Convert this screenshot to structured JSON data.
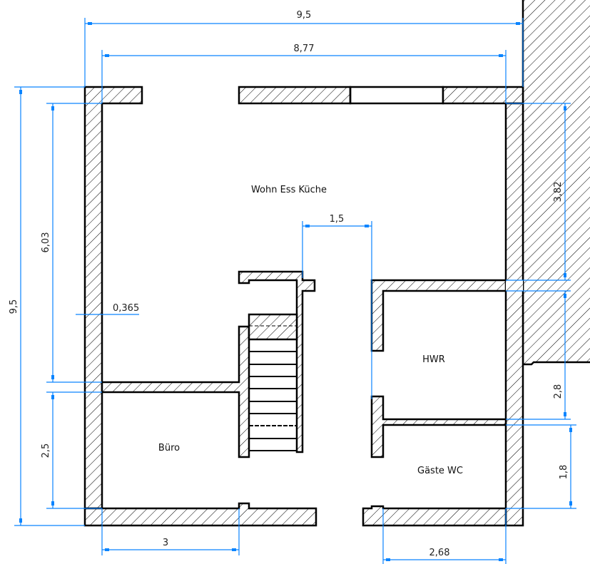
{
  "rooms": {
    "living": "Wohn Ess Küche",
    "utility": "HWR",
    "office": "Büro",
    "guest_wc": "Gäste WC"
  },
  "dimensions": {
    "total_width": "9,5",
    "inner_width": "8,77",
    "stair_gap": "1,5",
    "wall_thickness": "0,365",
    "living_depth": "6,03",
    "total_depth": "9,5",
    "office_depth": "2,5",
    "office_width": "3",
    "wc_width": "2,68",
    "living_right_depth": "3,82",
    "utility_depth": "2,8",
    "wc_depth": "1,8"
  },
  "colors": {
    "dimension": "#0a84ff",
    "wall": "#000000"
  }
}
